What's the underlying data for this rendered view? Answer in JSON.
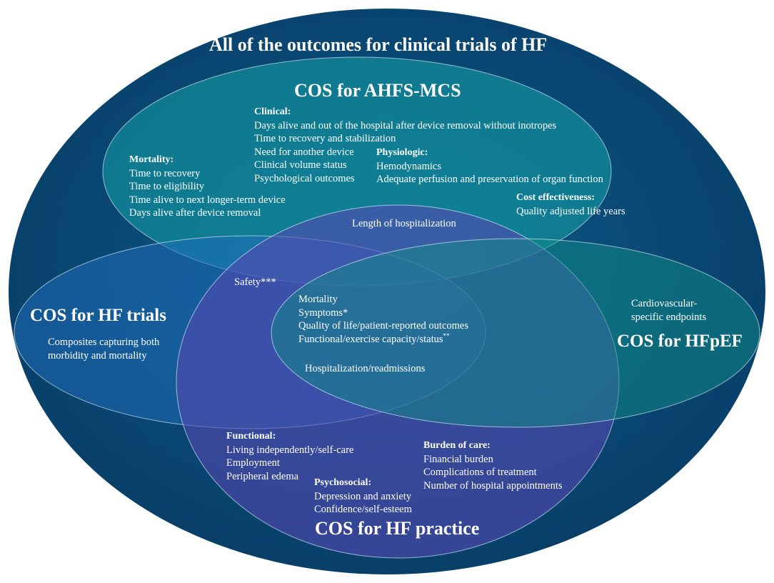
{
  "outer_title": "All of the outcomes for clinical trials of HF",
  "ahfs": {
    "title": "COS for AHFS-MCS",
    "clinical": {
      "heading": "Clinical:",
      "items": [
        "Days alive and out of the hospital after device removal without inotropes",
        "Time to recovery and stabilization",
        "Need for another device",
        "Clinical volume status",
        "Psychological outcomes"
      ]
    },
    "mortality": {
      "heading": "Mortality:",
      "items": [
        "Time to recovery",
        "Time to eligibility",
        "Time alive to next longer-term device",
        "Days alive after device removal"
      ]
    },
    "physiologic": {
      "heading": "Physiologic:",
      "items": [
        "Hemodynamics",
        "Adequate perfusion and preservation of organ function"
      ]
    },
    "cost": {
      "heading": "Cost effectiveness:",
      "items": [
        "Quality adjusted life years"
      ]
    }
  },
  "shared": {
    "length_of_hospitalization": "Length of hospitalization",
    "safety": "Safety***",
    "core_items": [
      "Mortality",
      "Symptoms*",
      "Quality of life/patient-reported outcomes",
      "Functional/exercise capacity/status"
    ],
    "core_last_mark": "**",
    "hospitalization": "Hospitalization/readmissions"
  },
  "hf_trials": {
    "title": "COS for HF trials",
    "items": [
      "Composites capturing both",
      "morbidity and mortality"
    ]
  },
  "hfpef": {
    "title": "COS for HFpEF",
    "items": [
      "Cardiovascular-",
      "specific endpoints"
    ]
  },
  "hf_practice": {
    "title": "COS for HF practice",
    "functional": {
      "heading": "Functional:",
      "items": [
        "Living independently/self-care",
        "Employment",
        "Peripheral edema"
      ]
    },
    "psychosocial": {
      "heading": "Psychosocial:",
      "items": [
        "Depression and anxiety",
        "Confidence/self-esteem"
      ]
    },
    "burden": {
      "heading": "Burden of care:",
      "items": [
        "Financial burden",
        "Complications of treatment",
        "Number of hospital appointments"
      ]
    }
  },
  "colors": {
    "outer": "#0a4a78",
    "ahfs": "#128f96",
    "hf_trials": "#1f66b0",
    "hf_practice": "#4b4fa8",
    "hfpef": "#0f8a84",
    "outline": "#cfe6ee"
  }
}
